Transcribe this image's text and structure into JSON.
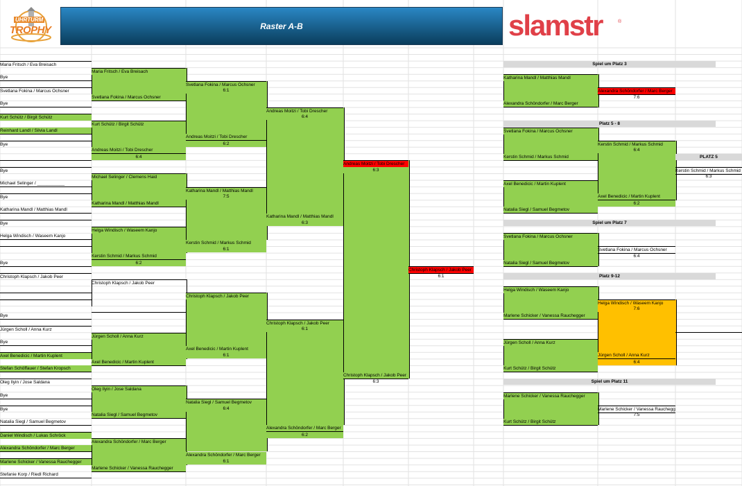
{
  "header": {
    "logo_left_top": "UHRTURM",
    "logo_left_bottom": "TROPHY",
    "title": "Raster A-B",
    "brand": "slamstr",
    "brand_color": "#e04048",
    "banner_colors": [
      "#0a3d5c",
      "#2a87c4"
    ]
  },
  "colors": {
    "green": "#92d050",
    "red": "#ff0000",
    "orange": "#ffc000",
    "header_gray": "#d9d9d9"
  },
  "r1": [
    "Maria Fritsch / Eva Breisach",
    "Bye",
    "Svetlana Fokina / Marcus Ochsner",
    "Bye",
    "Kurt Schütz / Birgit Schütz",
    "Reinhard Landl / Silvia Landl",
    "Bye",
    "",
    "Bye",
    "Michael Selinger / ___________",
    "Bye",
    "Katharina Mandl / Matthias Mandl",
    "Bye",
    "Helga Windisch / Waseem Kanjo",
    "",
    "Bye",
    "Christoph Klapsch / Jakob Peer",
    "",
    "",
    "Bye",
    "Jürgen Scholl / Anna Kurz",
    "Bye",
    "Axel Benedicic / Martin Kuplent",
    "Stefan Schöffauer / Stefan Kropsch",
    "Oleg Ilyin / Jose Saldana",
    "Bye",
    "Bye",
    "Natalia Siegl / Samuel Begmetov",
    "Daniel Windisch / Lukas Schröck",
    "Alexandra Schöndorfer / Marc Berger",
    "Marlene Schicker / Vanessa Rauchegger",
    "Stefanie Korp / Riedl Richard"
  ],
  "r2": [
    "Maria Fritsch / Eva Breisach",
    "Svetlana Fokina / Marcus Ochsner",
    "Kurt Schütz / Birgit Schütz",
    "Andreas Moitzi / Tobi Drescher",
    "Michael Selinger / Clemens Haid",
    "Katharina Mandl / Matthias Mandl",
    "Helga Windisch / Waseem Kanjo",
    "Kerstin Schmid / Markus Schmid",
    "Christoph Klapsch / Jakob Peer",
    "",
    "Jürgen Scholl / Anna Kurz",
    "Axel Benedicic / Martin Kuplent",
    "Oleg Ilyin / Jose Saldana",
    "Natalia Siegl / Samuel Begmetov",
    "Alexandra Schöndorfer / Marc Berger",
    "Marlene Schicker / Vanessa Rauchegger"
  ],
  "r2_scores": [
    "",
    "6:4",
    "",
    "6:2",
    "",
    "",
    "",
    ""
  ],
  "r3": [
    "Svetlana Fokina / Marcus Ochsner",
    "Andreas Moitzi / Tobi Drescher",
    "Katharina Mandl / Matthias Mandl",
    "Kerstin Schmid / Markus Schmid",
    "Christoph Klapsch / Jakob Peer",
    "Axel Benedicic / Martin Kuplent",
    "Natalia Siegl / Samuel Begmetov",
    "Alexandra Schöndorfer / Marc Berger"
  ],
  "r3_scores": [
    "6:1",
    "6:2",
    "7:5",
    "6:1",
    "",
    "6:1",
    "6:4",
    "6:1"
  ],
  "r4": [
    "Andreas Moitzi / Tobi Drescher",
    "Katharina Mandl / Matthias Mandl",
    "Christoph Klapsch / Jakob Peer",
    "Alexandra Schöndorfer / Marc Berger"
  ],
  "r4_scores": [
    "6:4",
    "6:3",
    "6:1",
    "6:2"
  ],
  "r5": [
    "Andreas Moitzi / Tobi Drescher",
    "Christoph Klapsch / Jakob Peer"
  ],
  "r5_scores": [
    "6:3",
    "6:3"
  ],
  "final": {
    "name": "Christoph Klapsch / Jakob Peer",
    "score": "6:1"
  },
  "side": {
    "p3": {
      "title": "Spiel um Platz 3",
      "a": "Katharina Mandl / Matthias Mandl",
      "b": "Alexandra Schöndorfer / Marc Berger",
      "winner": "Alexandra Schöndorfer / Marc Berger",
      "score": "7:6"
    },
    "p58": {
      "title": "Platz 5 - 8",
      "a": "Svetlana Fokina / Marcus Ochsner",
      "b": "Kerstin Schmid / Markus Schmid",
      "c": "Axel Benedicic / Martin Kuplent",
      "d": "Natalia Siegl / Samuel Begmetov",
      "w1": "Kerstin Schmid / Markus Schmid",
      "s1": "6:4",
      "w2": "Axel Benedicic / Martin Kuplent",
      "s2": "6:2",
      "p5_title": "PLATZ 5",
      "p5_name": "Kerstin Schmid / Markus Schmid",
      "p5_score": "6:3"
    },
    "p7": {
      "title": "Spiel um Platz 7",
      "a": "Svetlana Fokina / Marcus Ochsner",
      "b": "Natalia Siegl / Samuel Begmetov",
      "winner": "Svetlana Fokina / Marcus Ochsner",
      "score": "6:4"
    },
    "p912": {
      "title": "Platz 9-12",
      "a": "Helga Windisch / Waseem Kanjo",
      "b": "Marlene Schicker / Vanessa Rauchegger",
      "c": "Jürgen Scholl / Anna Kurz",
      "d": "Kurt Schütz / Birgit Schütz",
      "w1": "Helga Windisch / Waseem Kanjo",
      "s1": "7:6",
      "w2": "Jürgen Scholl / Anna Kurz",
      "s2": "6:4"
    },
    "p11": {
      "title": "Spiel um Platz 11",
      "a": "Marlene Schicker / Vanessa Rauchegger",
      "b": "Kurt Schütz / Birgit Schütz",
      "winner": "Marlene Schicker / Vanessa Rauchegger",
      "score": "7:5"
    }
  }
}
